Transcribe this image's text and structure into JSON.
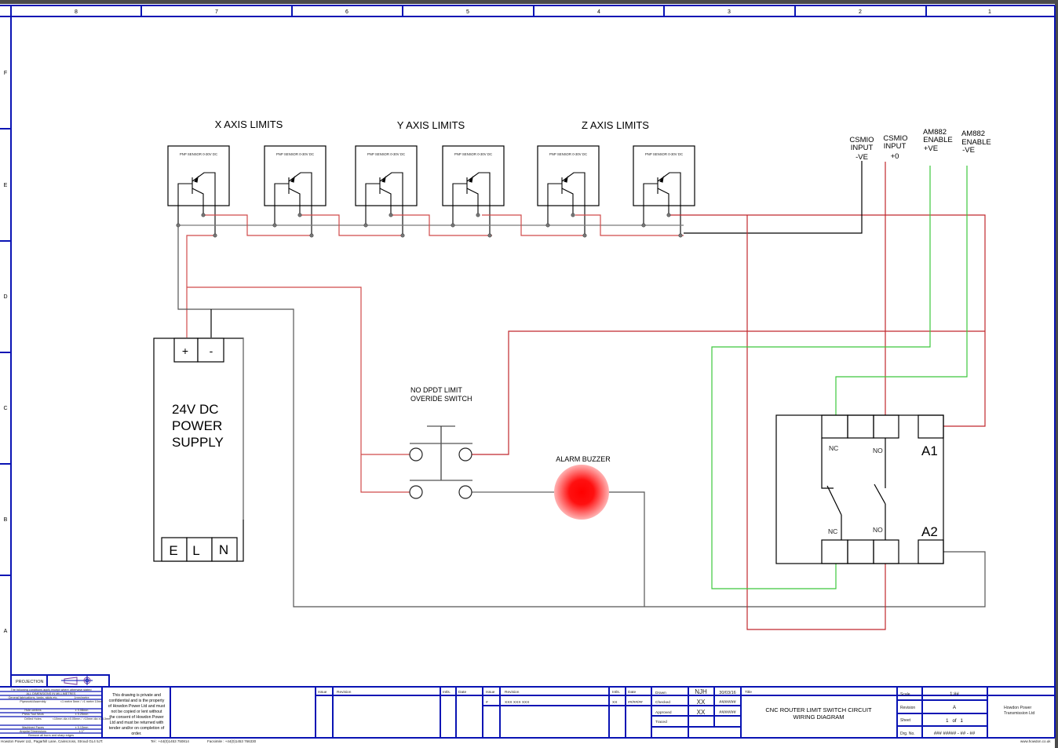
{
  "frame": {
    "column_labels": [
      "8",
      "7",
      "6",
      "5",
      "4",
      "3",
      "2",
      "1"
    ],
    "row_labels": [
      "F",
      "E",
      "D",
      "C",
      "B",
      "A"
    ]
  },
  "diagram": {
    "groups": [
      {
        "label": "X AXIS LIMITS"
      },
      {
        "label": "Y AXIS LIMITS"
      },
      {
        "label": "Z AXIS LIMITS"
      }
    ],
    "sensors": [
      {
        "label": "PNP SENSOR 0-30V DC"
      },
      {
        "label": "PNP SENSOR 0-30V DC"
      },
      {
        "label": "PNP SENSOR 0-30V DC"
      },
      {
        "label": "PNP SENSOR 0-30V DC"
      },
      {
        "label": "PNP SENSOR 0-30V DC"
      },
      {
        "label": "PNP SENSOR 0-30V DC"
      }
    ],
    "io_labels": [
      {
        "lines": [
          "CSMIO",
          "INPUT",
          "-VE"
        ]
      },
      {
        "lines": [
          "CSMIO",
          "INPUT",
          "+0"
        ]
      },
      {
        "lines": [
          "AM882",
          "ENABLE",
          "+VE"
        ]
      },
      {
        "lines": [
          "AM882",
          "ENABLE",
          "-VE"
        ]
      }
    ],
    "power_supply": {
      "title_lines": [
        "24V DC",
        "POWER",
        "SUPPLY"
      ],
      "dc_terminals": [
        "+",
        "-"
      ],
      "ac_terminals": [
        "E",
        "L",
        "N"
      ]
    },
    "switch": {
      "label_lines": [
        "NO DPDT LIMIT",
        "OVERIDE SWITCH"
      ]
    },
    "buzzer": {
      "label": "ALARM BUZZER",
      "color": "#ff0000"
    },
    "relay": {
      "top_labels": [
        "NC",
        "NO",
        "A1"
      ],
      "bottom_labels": [
        "NC",
        "NO",
        "A2"
      ]
    },
    "wire_colors": {
      "positive": "#c0282d",
      "negative": "#000000",
      "bus": "#7a7a7a",
      "enable": "#3cc83c"
    }
  },
  "title_block": {
    "projection_label": "PROJECTION",
    "conditions": [
      [
        "The following conditions apply except where otherwise stated",
        ""
      ],
      [
        "ALL DIMENSIONS IN MILLIMETRES",
        ""
      ],
      [
        "General fabrications, tanks, skids etc.",
        "1mm/metre"
      ],
      [
        "Pipework/Assembly",
        "<1 metre 5mm / >1 metre 10mm"
      ],
      [
        "Hole centres",
        "± 0.08mm"
      ],
      [
        "Press Tool Work",
        "± 0.25mm"
      ],
      [
        "Drilled Holes",
        "<10mm dia ±0.05mm / >10mm dia ±0.13mm"
      ],
      [
        "Machined Faces",
        "± 0.13mm"
      ],
      [
        "Angular Dimensions",
        "± 1°"
      ],
      [
        "Remove all burrs and sharp edges",
        ""
      ]
    ],
    "confidential_lines": [
      "This drawing is private and",
      "confidential and is the property",
      "of Howdon Power Ltd and must",
      "not be copied or lent without",
      "the consent of Howdon Power",
      "Ltd and must be returned with",
      "tender and/or on completion of",
      "order."
    ],
    "address": "Howdon Power Ltd.,  Pagarhill Lane,  Cainscross,  Stroud  GL4 5JT.",
    "tel": "Tel : +44(0)1453 750814",
    "fax": "Facsimile : +44(0)1453 766330",
    "revision_headers_left": [
      "Issue",
      "Revision",
      "Intls.",
      "Date"
    ],
    "revision_headers_right": [
      "Issue",
      "Revision",
      "Intls.",
      "Date"
    ],
    "revision_row": {
      "issue": "#",
      "revision": "XXX XXX XXX",
      "intls": "XX",
      "date": "##/##/##"
    },
    "approvals": [
      {
        "label": "Drawn",
        "initials": "NJH",
        "date": "30/03/16"
      },
      {
        "label": "Checked",
        "initials": "XX",
        "date": "##/##/##"
      },
      {
        "label": "Approved",
        "initials": "XX",
        "date": "##/##/##"
      },
      {
        "label": "Traced",
        "initials": "",
        "date": ""
      }
    ],
    "title_label": "Title",
    "title_lines": [
      "CNC ROUTER LIMIT SWITCH CIRCUIT",
      "WIRING DIAGRAM"
    ],
    "scale_label": "Scale",
    "scale_value": "1:##",
    "revision_label": "Revision",
    "revision_value": "A",
    "sheet_label": "Sheet",
    "sheet_value": "1   of   1",
    "drg_label": "Drg. No.",
    "drg_value": "### ##### - ## - ##",
    "company": [
      "Howdon Power",
      "Transmission Ltd"
    ],
    "website": "www.howdon.co.uk"
  }
}
